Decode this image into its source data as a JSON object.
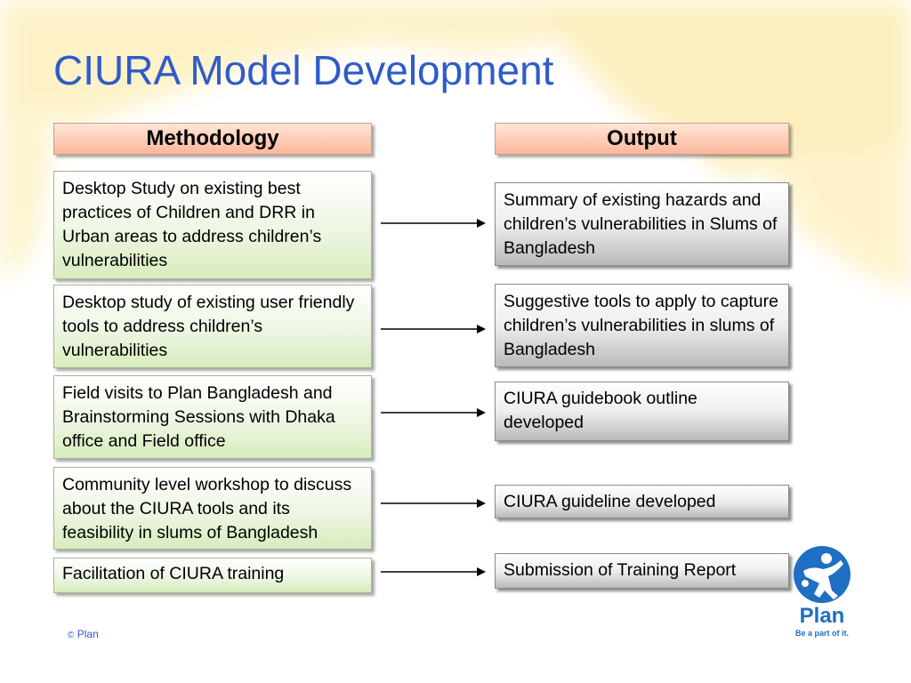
{
  "title": "CIURA Model Development",
  "headers": {
    "methodology": "Methodology",
    "output": "Output"
  },
  "methodology": [
    "Desktop Study on existing best practices of Children and DRR in Urban areas to address children’s vulnerabilities",
    "Desktop study of existing user friendly tools to address children’s vulnerabilities",
    "Field visits to Plan Bangladesh and Brainstorming Sessions with Dhaka office and Field office",
    "Community level workshop to discuss about the CIURA tools and its feasibility in slums of Bangladesh",
    "Facilitation of CIURA training"
  ],
  "output": [
    "Summary of existing hazards and children’s vulnerabilities in Slums of Bangladesh",
    "Suggestive tools to apply to capture children’s vulnerabilities in slums of Bangladesh",
    "CIURA guidebook outline developed",
    "CIURA guideline developed",
    "Submission of Training Report"
  ],
  "footer": {
    "copyright_symbol": "©",
    "copyright_text": "Plan"
  },
  "logo": {
    "name": "Plan",
    "tagline": "Be a part of it."
  },
  "colors": {
    "title": "#2f5bc9",
    "header_fill": "#fbb79b",
    "method_fill": "#d7ecbd",
    "output_fill": "#b9b9b9",
    "logo_blue": "#1f6fc4",
    "background_wash": "#fbe79a"
  },
  "icons": {
    "arrow": "right-arrow-icon",
    "logo": "plan-logo-icon"
  }
}
